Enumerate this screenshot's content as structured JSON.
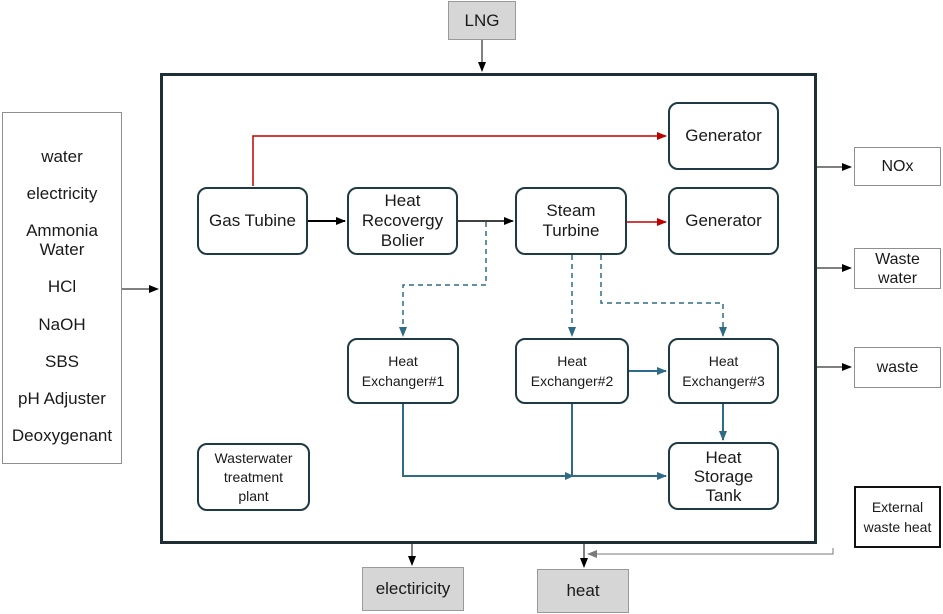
{
  "top_input": "LNG",
  "inputs": [
    "water",
    "electricity",
    "Ammonia Water",
    "HCl",
    "NaOH",
    "SBS",
    "pH Adjuster",
    "Deoxygenant"
  ],
  "nodes": {
    "gas_turbine": "Gas Tubine",
    "hrsg": "Heat Recovergy Bolier",
    "steam_turbine": "Steam Turbine",
    "generator_1": "Generator",
    "generator_2": "Generator",
    "hx1": "Heat Exchanger#1",
    "hx2": "Heat Exchanger#2",
    "hx3": "Heat Exchanger#3",
    "storage": "Heat Storage Tank",
    "wastewater_plant": "Wasterwater treatment plant"
  },
  "outputs_right": [
    "NOx",
    "Waste water",
    "waste"
  ],
  "external": "External waste heat",
  "outputs_bottom": {
    "electricity": "electiricity",
    "heat": "heat"
  },
  "colors": {
    "power_arrow": "#c00000",
    "heat_arrow": "#2e6b86",
    "process_arrow": "#000000",
    "border": "#1f3a44"
  }
}
